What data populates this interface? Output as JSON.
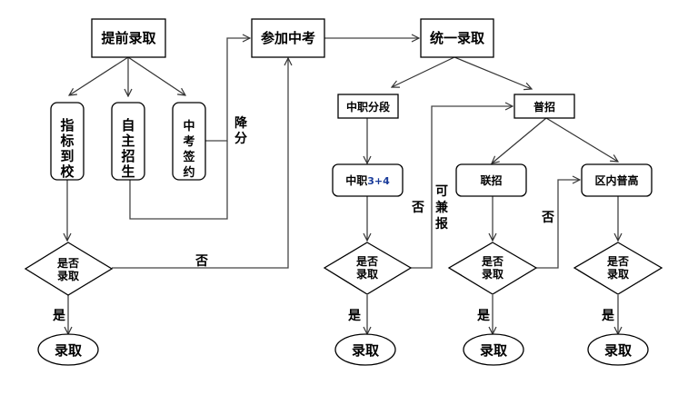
{
  "nodes": {
    "early_admission": "提前录取",
    "take_exam": "参加中考",
    "unified_admission": "统一录取",
    "quota_school": [
      "指",
      "标",
      "到",
      "校"
    ],
    "self_enroll": [
      "自",
      "主",
      "招",
      "生"
    ],
    "exam_contract": [
      "中",
      "考",
      "签",
      "约"
    ],
    "vocational_tier": "中职分段",
    "general_enroll": "普招",
    "vocational_3p4_prefix": "中职",
    "vocational_3p4_suffix": "3+4",
    "joint_enroll": "联招",
    "district_high": "区内普高",
    "decision_line1": "是否",
    "decision_line2": "录取",
    "admitted": "录取"
  },
  "labels": {
    "lower_score": [
      "降",
      "分"
    ],
    "no": "否",
    "yes": "是",
    "can_also_apply": [
      "可",
      "兼",
      "报"
    ]
  }
}
